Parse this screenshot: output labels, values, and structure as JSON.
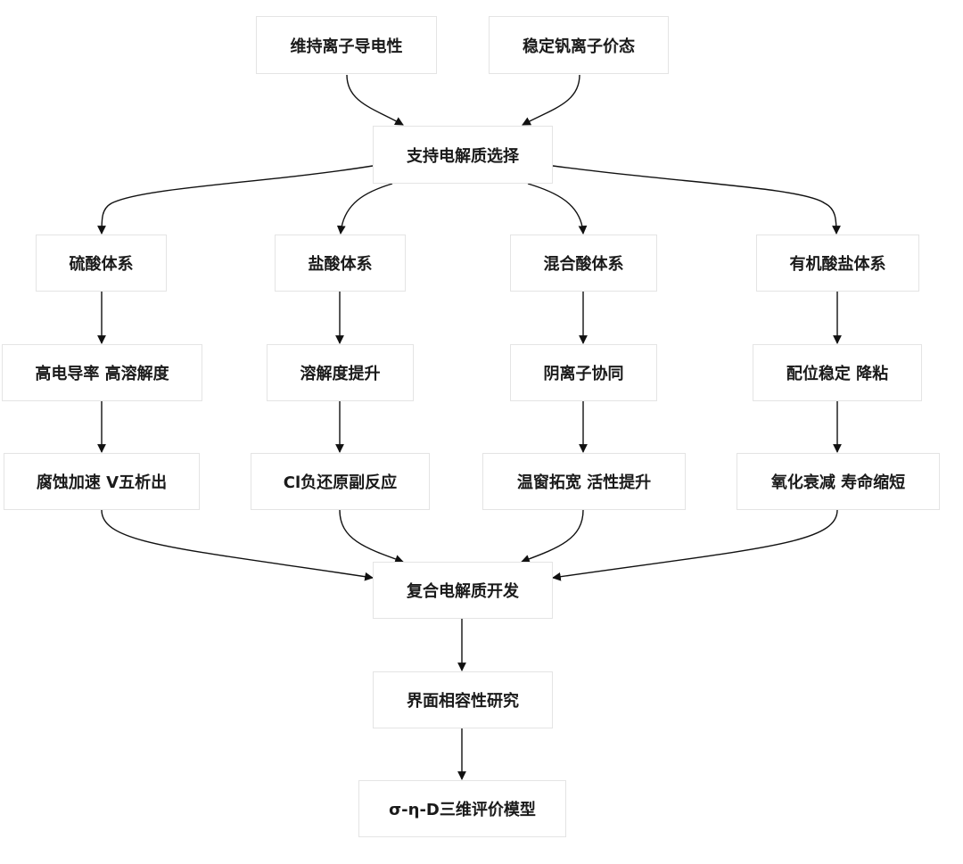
{
  "diagram": {
    "nodes": {
      "n_cond": "维持离子导电性",
      "n_vstab": "稳定钒离子价态",
      "n_select": "支持电解质选择",
      "n_h2so4": "硫酸体系",
      "n_hcl": "盐酸体系",
      "n_mixed": "混合酸体系",
      "n_organic": "有机酸盐体系",
      "n_highcond": "高电导率 高溶解度",
      "n_solub": "溶解度提升",
      "n_anion": "阴离子协同",
      "n_coord": "配位稳定 降粘",
      "n_corrosion": "腐蚀加速 V五析出",
      "n_cl": "Cl负还原副反应",
      "n_temp": "温窗拓宽 活性提升",
      "n_oxid": "氧化衰减 寿命缩短",
      "n_composite": "复合电解质开发",
      "n_interface": "界面相容性研究",
      "n_model": "σ-η-D三维评价模型"
    },
    "edges": [
      [
        "n_cond",
        "n_select"
      ],
      [
        "n_vstab",
        "n_select"
      ],
      [
        "n_select",
        "n_h2so4"
      ],
      [
        "n_select",
        "n_hcl"
      ],
      [
        "n_select",
        "n_mixed"
      ],
      [
        "n_select",
        "n_organic"
      ],
      [
        "n_h2so4",
        "n_highcond"
      ],
      [
        "n_hcl",
        "n_solub"
      ],
      [
        "n_mixed",
        "n_anion"
      ],
      [
        "n_organic",
        "n_coord"
      ],
      [
        "n_highcond",
        "n_corrosion"
      ],
      [
        "n_solub",
        "n_cl"
      ],
      [
        "n_anion",
        "n_temp"
      ],
      [
        "n_coord",
        "n_oxid"
      ],
      [
        "n_corrosion",
        "n_composite"
      ],
      [
        "n_cl",
        "n_composite"
      ],
      [
        "n_temp",
        "n_composite"
      ],
      [
        "n_oxid",
        "n_composite"
      ],
      [
        "n_composite",
        "n_interface"
      ],
      [
        "n_interface",
        "n_model"
      ]
    ],
    "colors": {
      "edge": "#111111",
      "node_border": "#e4e4e4",
      "text": "#1a1a1a"
    }
  }
}
